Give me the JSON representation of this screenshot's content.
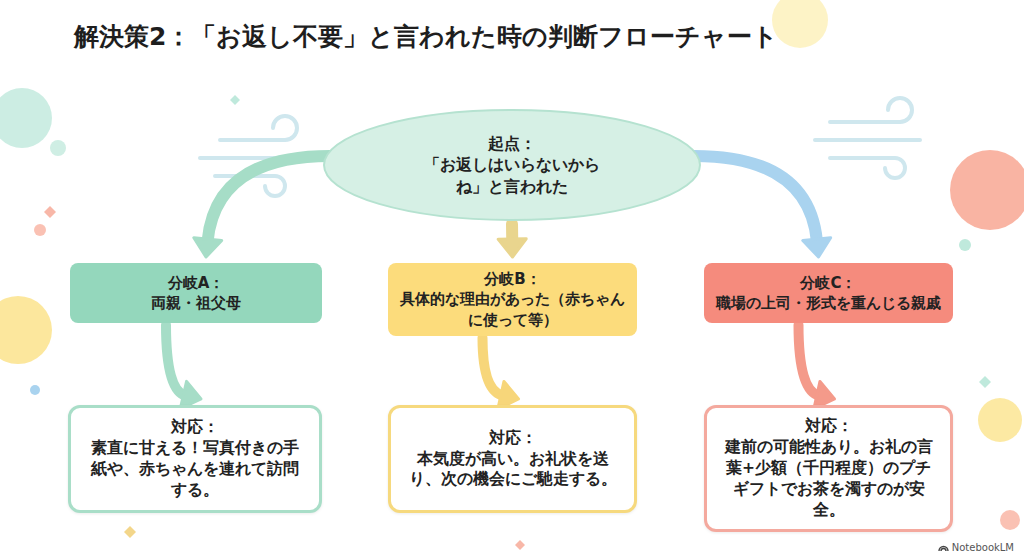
{
  "diagram": {
    "title": "解決策2：「お返し不要」と言われた時の判断フローチャート",
    "nodes": [
      {
        "text": [
          "起点：",
          "「お返しはいらないからね」と言われた"
        ]
      },
      {
        "text": [
          "分岐A：",
          "両親・祖父母"
        ]
      },
      {
        "text": [
          "分岐B：",
          "具体的な理由があった（赤ちゃんに使って等）"
        ]
      },
      {
        "text": [
          "分岐C：",
          "職場の上司・形式を重んじる親戚"
        ]
      },
      {
        "text": [
          "対応：",
          "素直に甘える！写真付きの手紙や、赤ちゃんを連れて訪問する。"
        ]
      },
      {
        "text": [
          "対応：",
          "本気度が高い。お礼状を送り、次の機会にご馳走する。"
        ]
      },
      {
        "text": [
          "対応：",
          "建前の可能性あり。お礼の言葉+少額（千円程度）のプチギフトでお茶を濁すのが安全。"
        ]
      }
    ],
    "edges": [
      {
        "from": 0,
        "to": 1,
        "arrow": "to"
      },
      {
        "from": 0,
        "to": 2,
        "arrow": "to"
      },
      {
        "from": 0,
        "to": 3,
        "arrow": "to"
      },
      {
        "from": 1,
        "to": 4,
        "arrow": "to"
      },
      {
        "from": 2,
        "to": 5,
        "arrow": "to"
      },
      {
        "from": 3,
        "to": 6,
        "arrow": "to"
      }
    ],
    "labels": [
      "NotebookLM"
    ]
  }
}
